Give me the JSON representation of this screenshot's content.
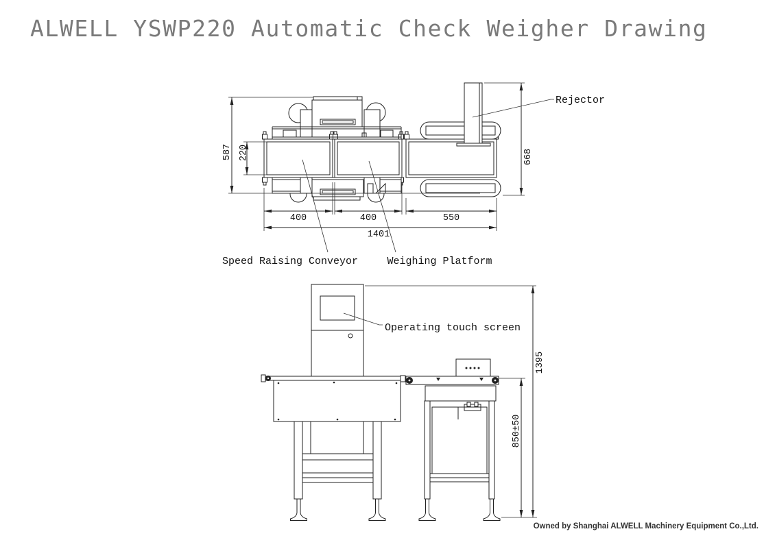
{
  "title": "ALWELL YSWP220 Automatic Check Weigher Drawing",
  "colors": {
    "line": "#222222",
    "title_text": "#7a7a7a",
    "annotation_text": "#111111"
  },
  "top_view": {
    "labels": {
      "rejector": "Rejector",
      "speed_raising_conveyor": "Speed Raising Conveyor",
      "weighing_platform": "Weighing Platform"
    },
    "dimensions": {
      "overall_depth": "587",
      "belt_width": "220",
      "rejector_side_depth": "668",
      "infeed_conveyor_length": "400",
      "weighing_conveyor_length": "400",
      "reject_conveyor_length": "550",
      "overall_length": "1401"
    }
  },
  "side_view": {
    "labels": {
      "operating_touch_screen": "Operating touch screen"
    },
    "dimensions": {
      "overall_height": "1395",
      "belt_height": "850±50"
    }
  },
  "footer": {
    "owner": "Owned by Shanghai ALWELL Machinery Equipment Co.,Ltd."
  }
}
